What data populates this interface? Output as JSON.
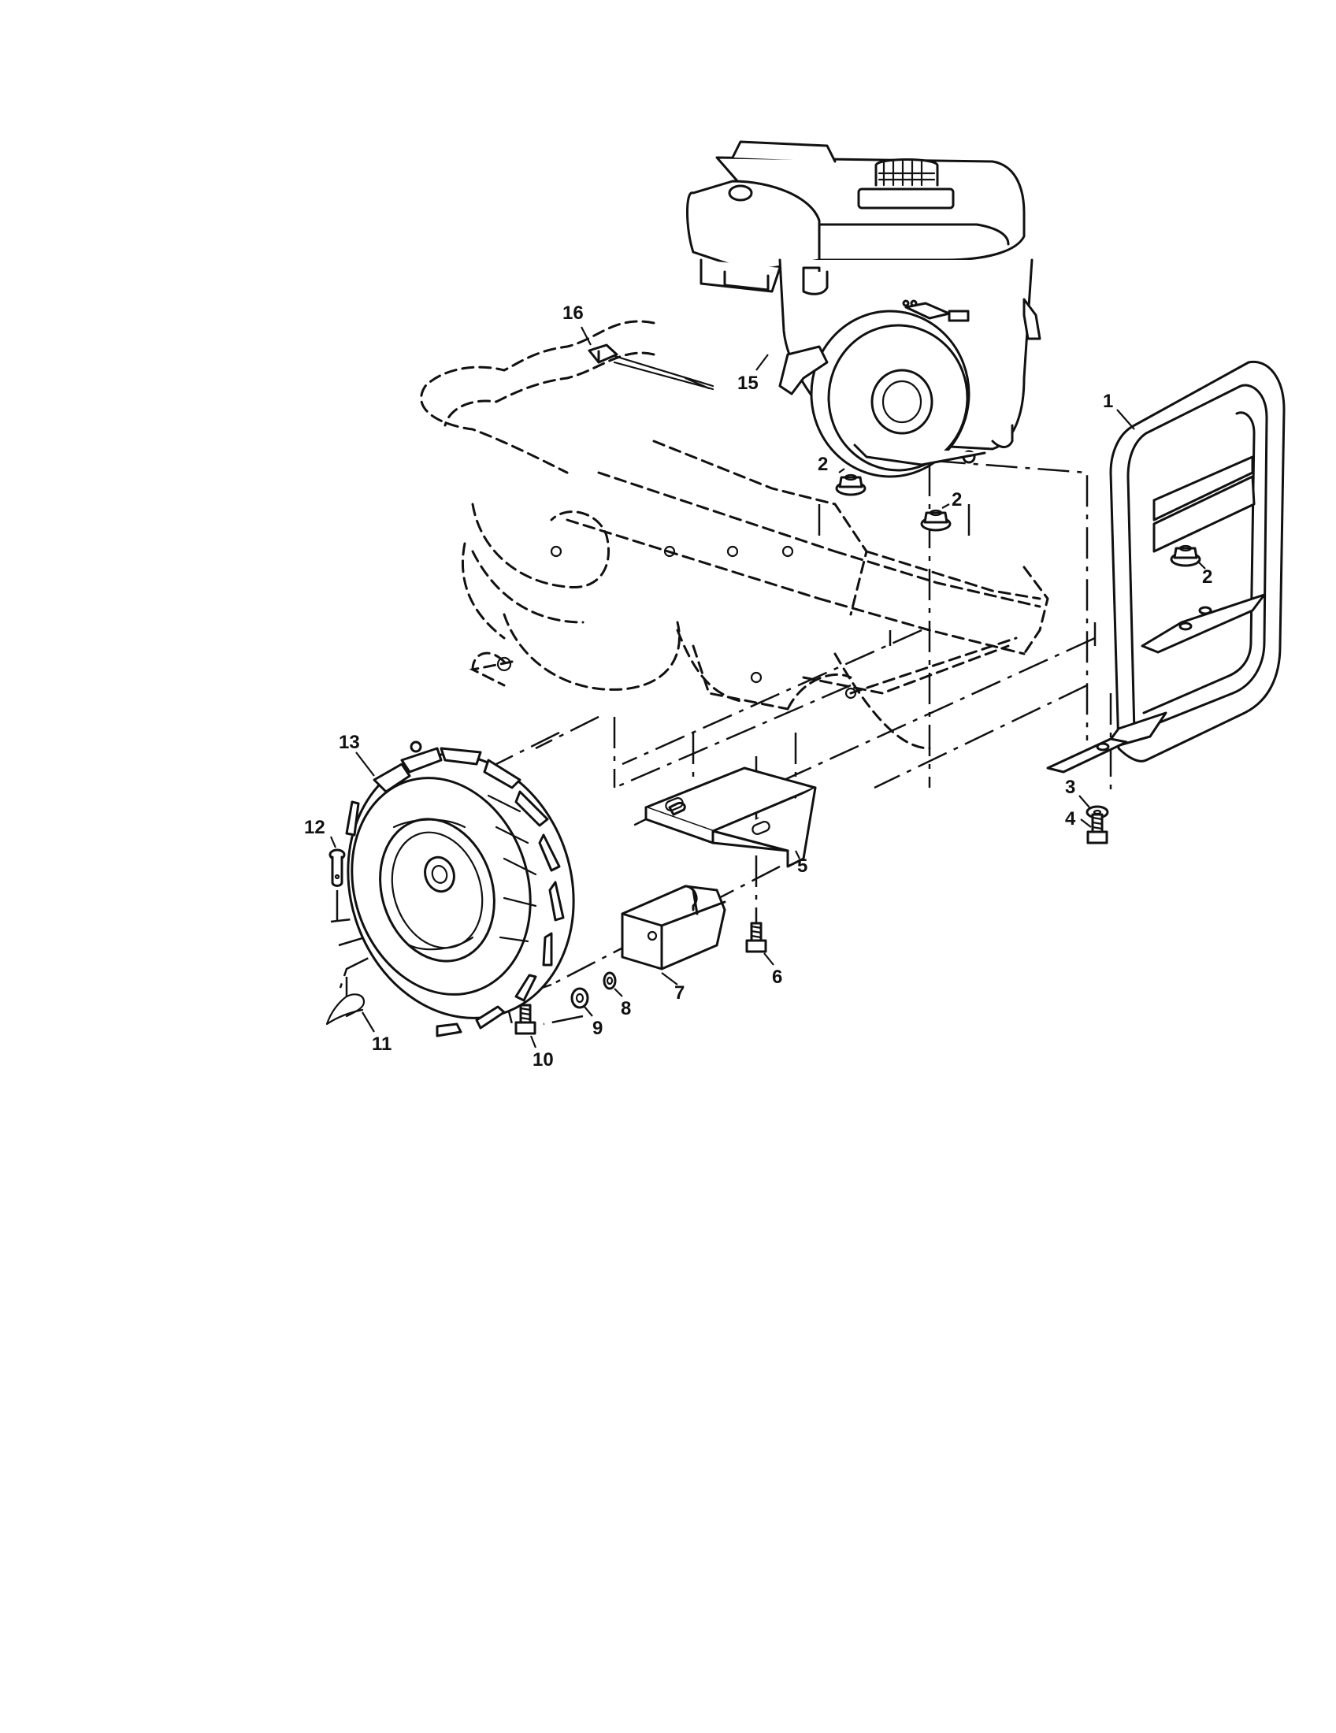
{
  "callouts": {
    "c1": "1",
    "c2a": "2",
    "c2b": "2",
    "c2c": "2",
    "c3": "3",
    "c4": "4",
    "c5": "5",
    "c6": "6",
    "c7": "7",
    "c8": "8",
    "c9": "9",
    "c10": "10",
    "c11": "11",
    "c12": "12",
    "c13": "13",
    "c15": "15",
    "c16": "16"
  },
  "icons": {
    "engine": "engine-icon",
    "frame": "tine-frame-outline-icon",
    "bumper": "front-bumper-icon",
    "bracket": "bracket-icon",
    "weight": "weight-block-icon",
    "wheel": "tire-wheel-icon",
    "cable_tie": "cable-tie-icon",
    "nut": "flange-nut-icon",
    "bolt": "bolt-icon",
    "washer": "washer-icon",
    "clevis_pin": "clevis-pin-icon",
    "hairpin_clip": "hairpin-clip-icon"
  },
  "colors": {
    "ink": "#111111",
    "paper": "#ffffff"
  }
}
